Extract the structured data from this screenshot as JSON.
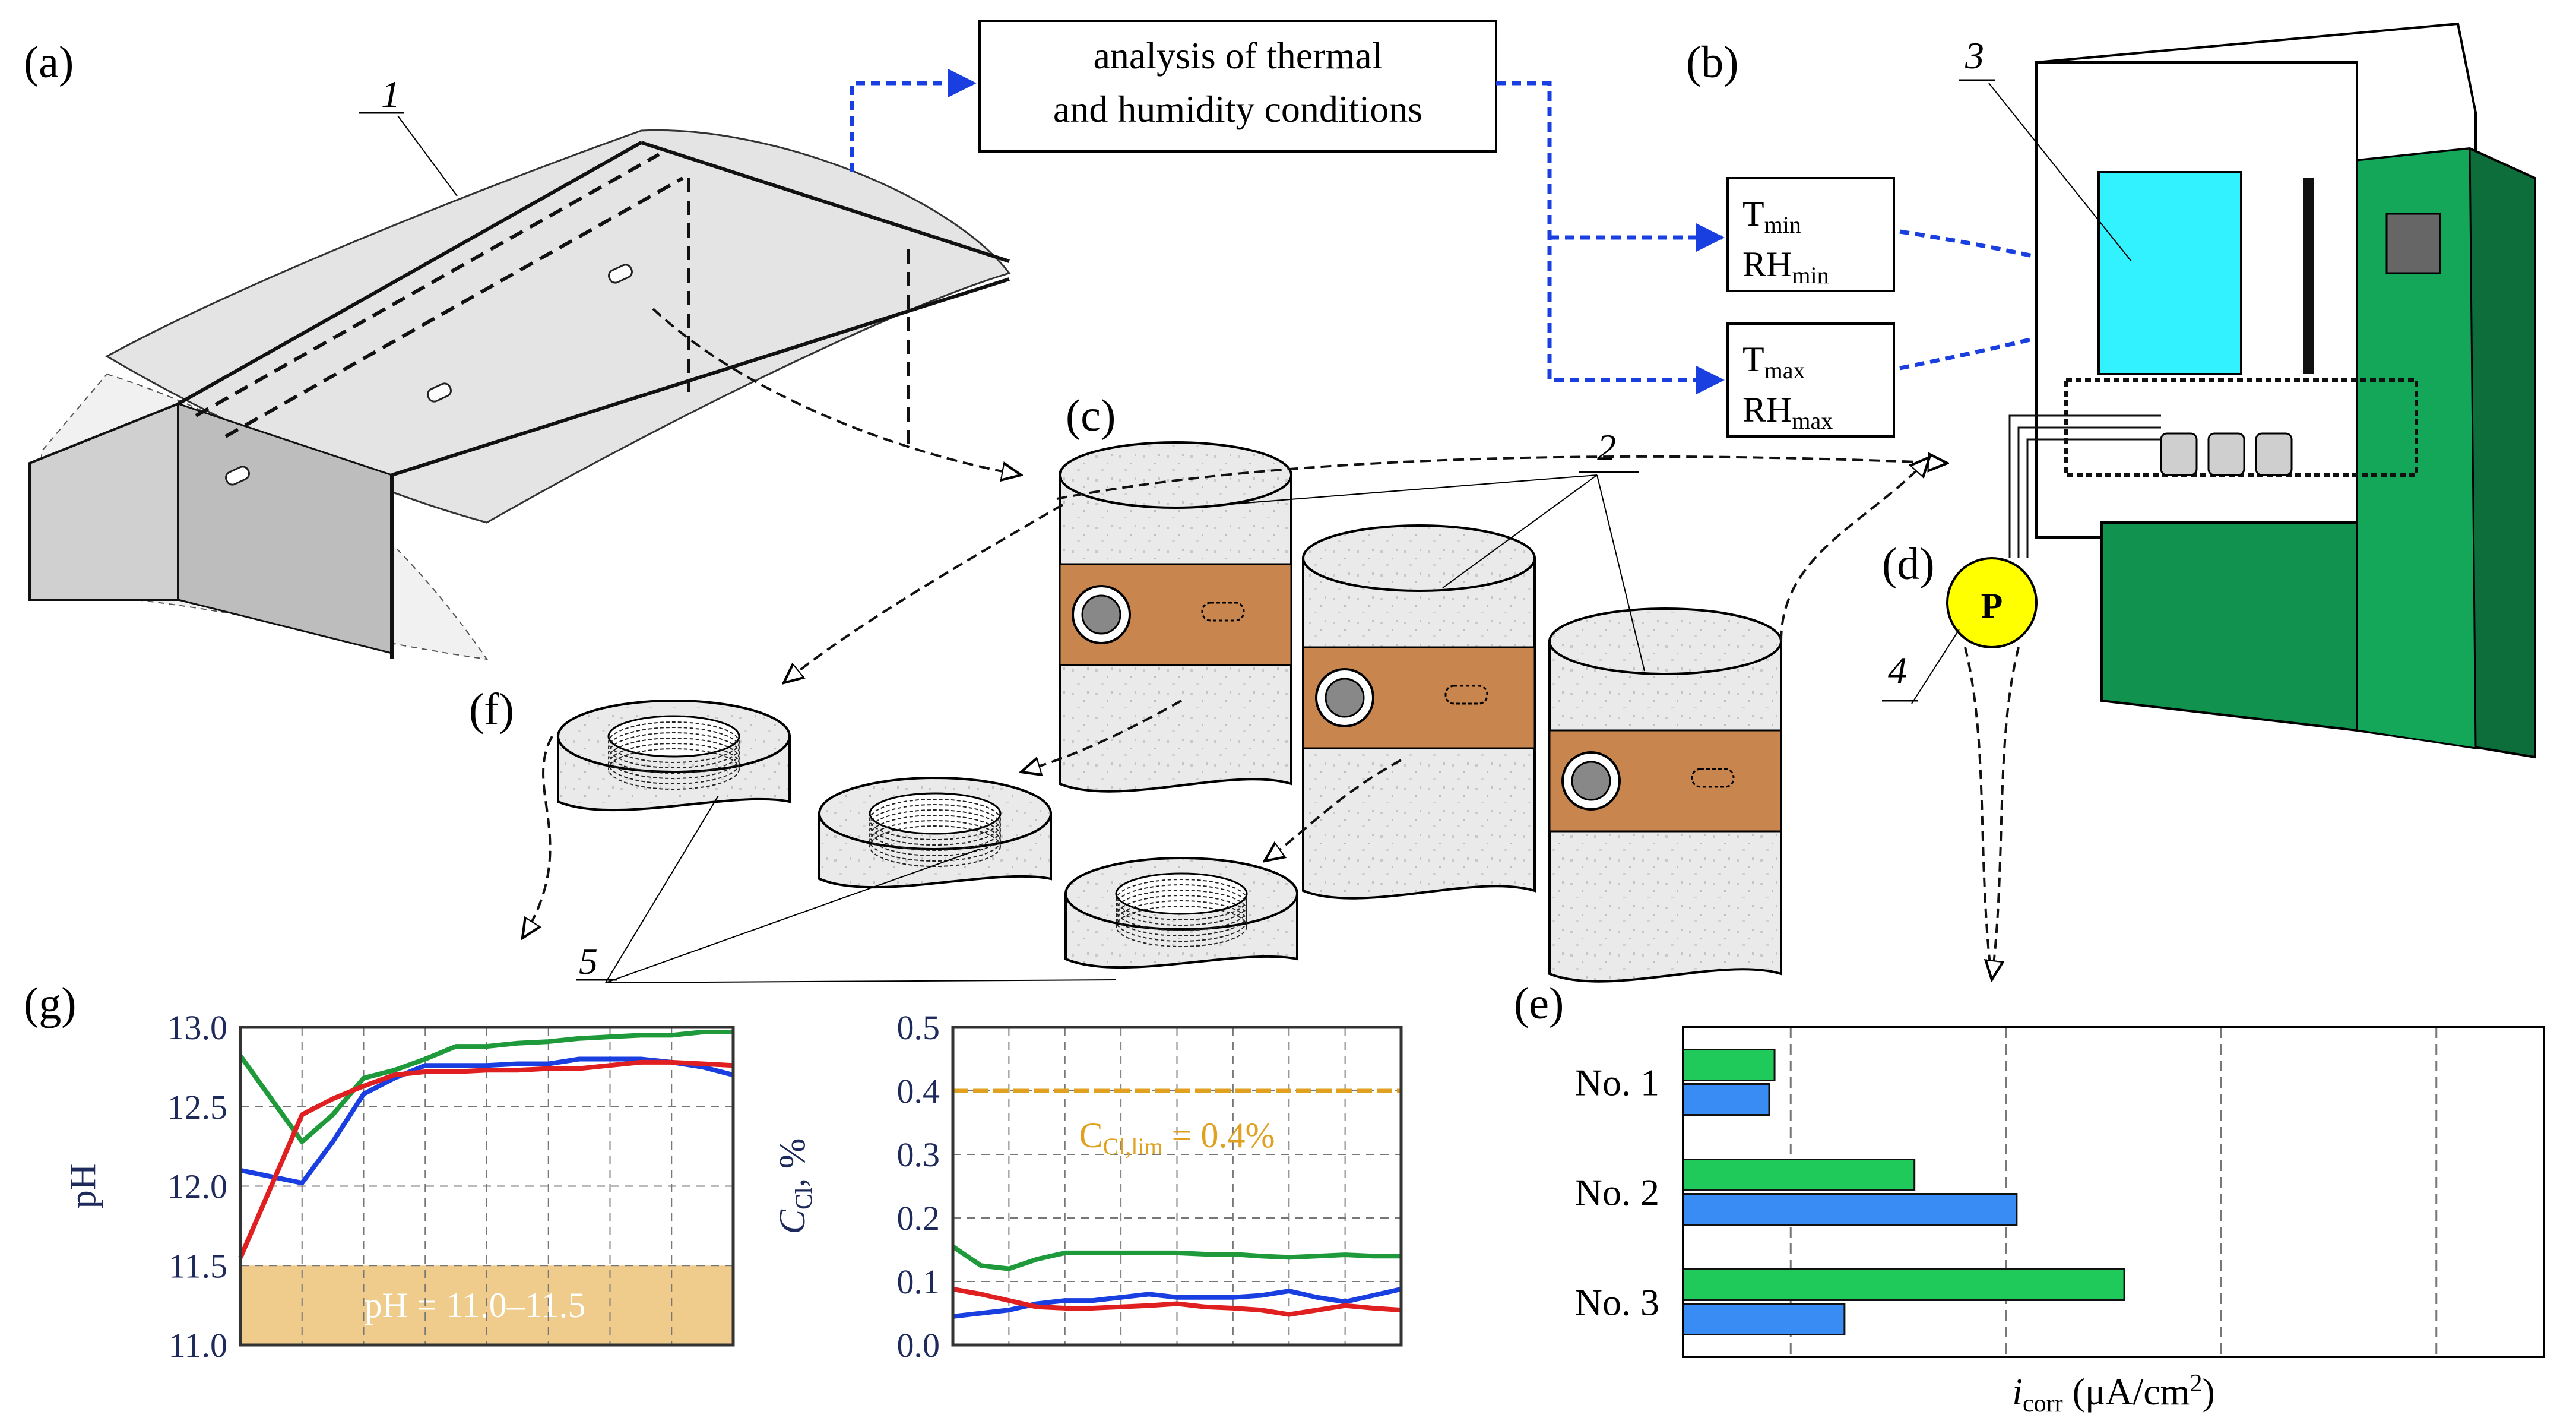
{
  "panel_labels": {
    "a": "(a)",
    "b": "(b)",
    "c": "(c)",
    "d": "(d)",
    "e": "(e)",
    "f": "(f)",
    "g": "(g)"
  },
  "flow": {
    "analysis_line1": "analysis of thermal",
    "analysis_line2": "and humidity conditions",
    "tmin": "T",
    "tmin_sub": "min",
    "rhmin": "RH",
    "rhmin_sub": "min",
    "tmax": "T",
    "tmax_sub": "max",
    "rhmax": "RH",
    "rhmax_sub": "max"
  },
  "numbers": {
    "n1": "1",
    "n2": "2",
    "n3": "3",
    "n4": "4",
    "n5": "5"
  },
  "probe_label": "P",
  "colors": {
    "green": "#1e9a3a",
    "blue": "#1a3fe0",
    "red": "#e02020",
    "orange": "#e0a020",
    "cyan": "#33f2ff",
    "chamber": "#0f8a4a",
    "copper": "#c8864e",
    "bar_green": "#1fc95a",
    "bar_blue": "#3a8cf5",
    "band": "#efcc8c"
  },
  "chart_data": [
    {
      "type": "line",
      "ylabel": "pH",
      "ylim": [
        11.0,
        13.0
      ],
      "yticks": [
        "11.0",
        "11.5",
        "12.0",
        "12.5",
        "13.0"
      ],
      "x": [
        0,
        1,
        2,
        3,
        4,
        5,
        6,
        7,
        8,
        9,
        10,
        11,
        12,
        13,
        14,
        15,
        16
      ],
      "band": {
        "range": [
          11.0,
          11.5
        ],
        "label": "pH = 11.0–11.5"
      },
      "series": [
        {
          "color": "green",
          "values": [
            12.82,
            12.55,
            12.28,
            12.45,
            12.68,
            12.73,
            12.8,
            12.88,
            12.88,
            12.9,
            12.91,
            12.93,
            12.94,
            12.95,
            12.95,
            12.97,
            12.97
          ]
        },
        {
          "color": "blue",
          "values": [
            12.1,
            12.06,
            12.02,
            12.28,
            12.58,
            12.68,
            12.76,
            12.76,
            12.76,
            12.77,
            12.77,
            12.8,
            12.8,
            12.8,
            12.78,
            12.75,
            12.7
          ]
        },
        {
          "color": "red",
          "values": [
            11.55,
            12.0,
            12.45,
            12.55,
            12.63,
            12.7,
            12.72,
            12.72,
            12.73,
            12.73,
            12.74,
            12.74,
            12.76,
            12.78,
            12.78,
            12.77,
            12.76
          ]
        }
      ]
    },
    {
      "type": "line",
      "ylabel": "C",
      "ylabel_sub": "Cl",
      "ylabel_unit": ", %",
      "ylim": [
        0.0,
        0.5
      ],
      "yticks": [
        "0.0",
        "0.1",
        "0.2",
        "0.3",
        "0.4",
        "0.5"
      ],
      "x": [
        0,
        1,
        2,
        3,
        4,
        5,
        6,
        7,
        8,
        9,
        10,
        11,
        12,
        13,
        14,
        15,
        16
      ],
      "limit": {
        "value": 0.4,
        "label": "C",
        "label_sub": "Cl,lim",
        "label_rest": " = 0.4%"
      },
      "series": [
        {
          "color": "green",
          "values": [
            0.155,
            0.125,
            0.12,
            0.135,
            0.145,
            0.145,
            0.145,
            0.145,
            0.145,
            0.143,
            0.143,
            0.14,
            0.138,
            0.14,
            0.142,
            0.14,
            0.14
          ]
        },
        {
          "color": "blue",
          "values": [
            0.045,
            0.05,
            0.055,
            0.065,
            0.07,
            0.07,
            0.075,
            0.08,
            0.075,
            0.075,
            0.075,
            0.078,
            0.085,
            0.075,
            0.068,
            0.078,
            0.088
          ]
        },
        {
          "color": "red",
          "values": [
            0.088,
            0.08,
            0.07,
            0.06,
            0.058,
            0.058,
            0.06,
            0.062,
            0.065,
            0.06,
            0.058,
            0.055,
            0.048,
            0.055,
            0.062,
            0.058,
            0.055
          ]
        }
      ]
    },
    {
      "type": "bar",
      "orientation": "horizontal",
      "categories": [
        "No. 1",
        "No. 2",
        "No. 3"
      ],
      "xlabel": "i",
      "xlabel_sub": "corr",
      "xlabel_unit": " (μA/cm",
      "xlabel_sup": "2",
      "xlabel_close": ")",
      "xlim": [
        0,
        8
      ],
      "series": [
        {
          "color": "green",
          "values": [
            0.85,
            2.15,
            4.1
          ]
        },
        {
          "color": "blue",
          "values": [
            0.8,
            3.1,
            1.5
          ]
        }
      ]
    }
  ]
}
